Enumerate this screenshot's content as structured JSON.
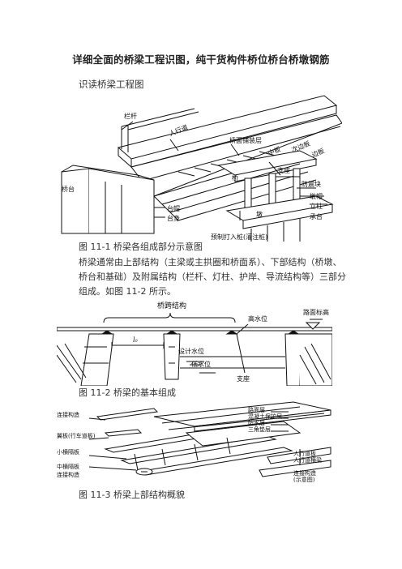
{
  "article": {
    "title": "详细全面的桥梁工程识图，纯干货构件桥位桥台桥墩钢筋",
    "section_heading": "识读桥梁工程图",
    "paragraph": "桥梁通常由上部结构（主梁或主拱圈和桥面系）、下部结构（桥墩、桥台和基础）及附属结构（栏杆、灯柱、护岸、导流结构等）三部分组成。如图 11-2 所示。"
  },
  "figures": [
    {
      "caption": "图 11-1 桥梁各组成部分示意图",
      "labels": {
        "railing": "栏杆",
        "sidewalk": "人行道",
        "deck": "桥面铺装层",
        "middle_plate": "中板",
        "secondary_plate": "次边板",
        "edge_plate": "边板",
        "bridge": "桥",
        "bearing": "支座",
        "anti_seismic": "防震块",
        "cap_beam": "墩帽",
        "column": "立柱",
        "pile_cap": "承台",
        "abutment": "桥台",
        "abutment_cap": "台帽",
        "abutment_body": "台身",
        "pier": "墩",
        "piles": "预制打入桩(灌注桩)"
      }
    },
    {
      "caption": "图 11-2 桥梁的基本组成",
      "labels": {
        "span_structure": "桥跨结构",
        "road_elevation": "路面标高",
        "high_water": "高水位",
        "design_water": "设计水位",
        "low_water": "低水位",
        "span_symbol": "l₀",
        "bearing": "支座"
      }
    },
    {
      "caption": "图 11-3 桥梁上部结构概貌",
      "labels": {
        "connection_top": "连接构造",
        "wing_plate": "翼板(行车道板)",
        "small_cross": "小横隔板",
        "middle_cross": "中横隔板",
        "connection_bottom": "连接构造",
        "pavement": "路面层",
        "concrete_protect": "混凝土保护层",
        "waterproof": "防水层",
        "leveling": "三角垫层",
        "walkway_plate": "人行道板",
        "walkway_beam": "人行道横梁",
        "connection_right": "连接构造",
        "diagram_note": "(示意图)"
      }
    }
  ]
}
